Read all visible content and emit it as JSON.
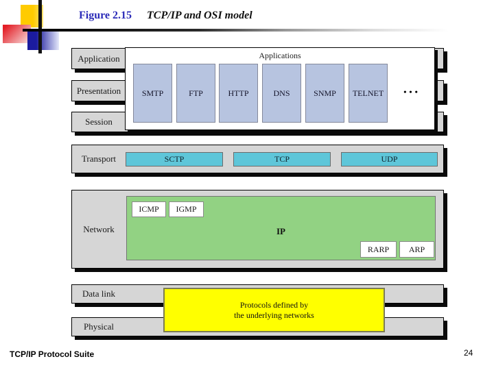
{
  "slide": {
    "figure_label": "Figure 2.15",
    "figure_title": "TCP/IP and OSI model",
    "footer_left": "TCP/IP Protocol Suite",
    "page_number": "24"
  },
  "osi_layers": [
    "Application",
    "Presentation",
    "Session",
    "Transport",
    "Network",
    "Data link",
    "Physical"
  ],
  "applications": {
    "title": "Applications",
    "protocols": [
      "SMTP",
      "FTP",
      "HTTP",
      "DNS",
      "SNMP",
      "TELNET"
    ],
    "ellipsis": "•••"
  },
  "transport": {
    "protocols": [
      "SCTP",
      "TCP",
      "UDP"
    ]
  },
  "network": {
    "ip_label": "IP",
    "control_protocols": [
      "ICMP",
      "IGMP"
    ],
    "address_protocols": [
      "RARP",
      "ARP"
    ]
  },
  "lower_layers_note": {
    "line1": "Protocols defined by",
    "line2": "the underlying networks"
  },
  "colors": {
    "figure_label_blue": "#2b2bb8",
    "layer_bar_gray": "#d6d6d6",
    "app_protocol_blue": "#b7c4e0",
    "transport_cyan": "#5ec6d9",
    "network_green": "#92d283",
    "note_yellow": "#ffff00",
    "logo_yellow": "#ffcb00",
    "logo_red": "#e31e26",
    "logo_blue": "#1b1b9e"
  }
}
